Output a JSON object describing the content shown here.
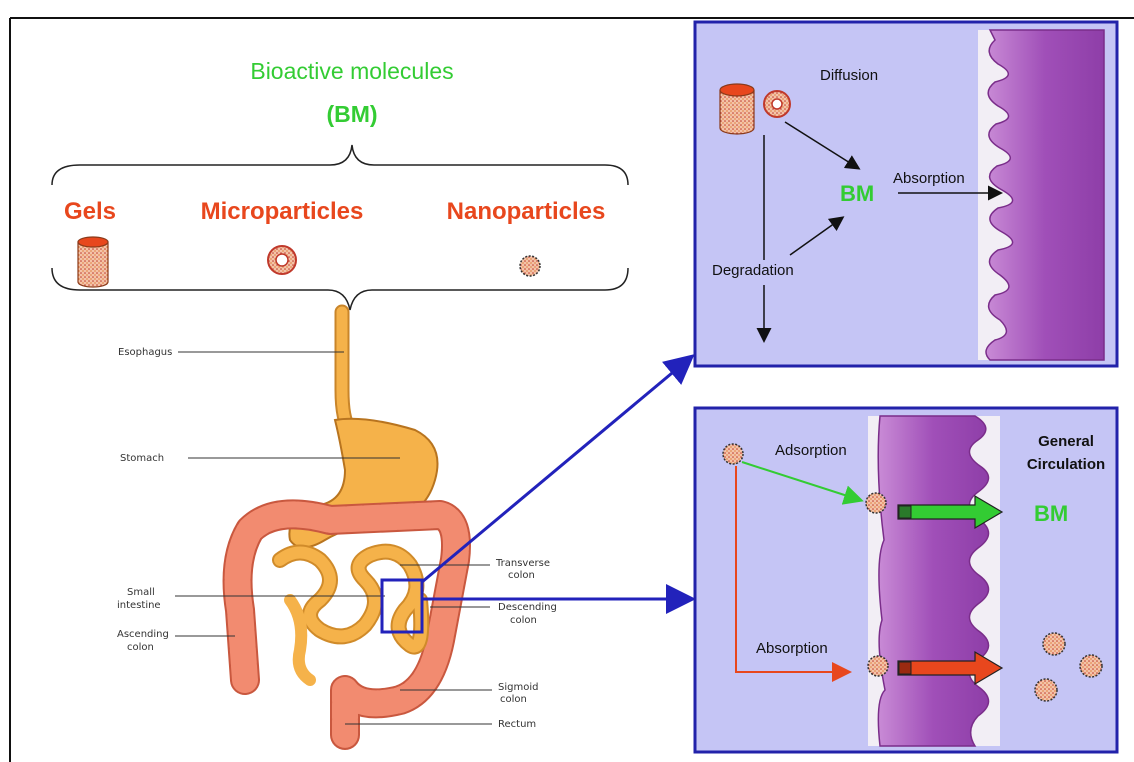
{
  "title": "Bioactive molecules",
  "abbrev": "(BM)",
  "carriers": [
    "Gels",
    "Microparticles",
    "Nanoparticles"
  ],
  "anatomy": {
    "esophagus": "Esophagus",
    "stomach": "Stomach",
    "transverse": [
      "Transverse",
      "colon"
    ],
    "small_intestine": [
      "Small",
      "intestine"
    ],
    "descending": [
      "Descending",
      "colon"
    ],
    "ascending": [
      "Ascending",
      "colon"
    ],
    "sigmoid": [
      "Sigmoid",
      "colon"
    ],
    "rectum": "Rectum"
  },
  "top_panel": {
    "diffusion": "Diffusion",
    "bm": "BM",
    "absorption": "Absorption",
    "degradation": "Degradation"
  },
  "bottom_panel": {
    "adsorption": "Adsorption",
    "absorption": "Absorption",
    "general": [
      "General",
      "Circulation"
    ],
    "bm": "BM"
  },
  "colors": {
    "green": "#33cc33",
    "red": "#e8471d",
    "panel_bg": "#c5c5f5",
    "panel_border": "#2222aa",
    "tissue": "#b262c4",
    "gut": "#f5b24a",
    "colon": "#f28b70"
  }
}
